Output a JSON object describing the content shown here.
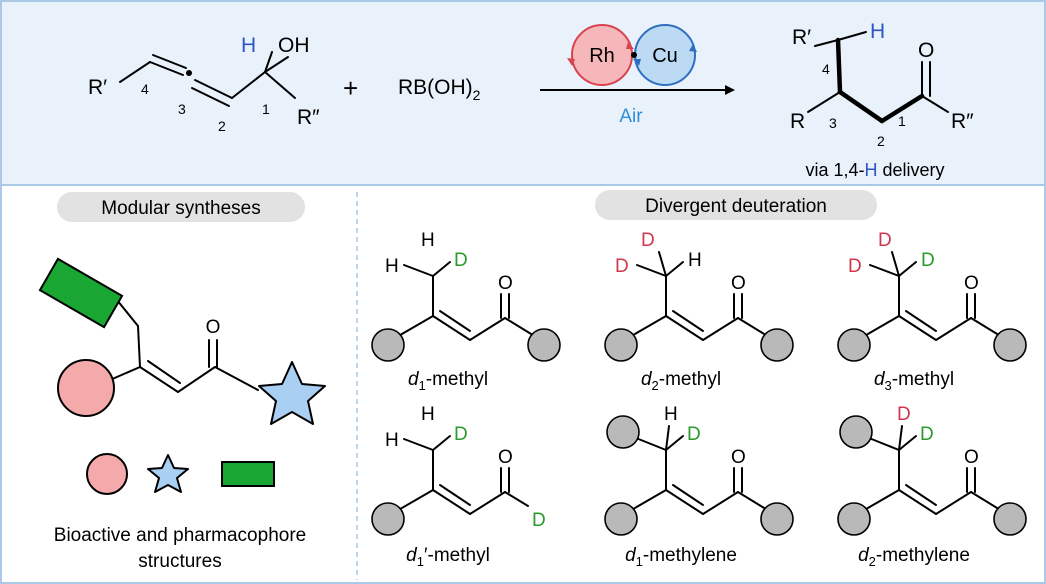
{
  "colors": {
    "panel_bg": "#e9f1fa",
    "frame": "#a9c9e6",
    "pill_bg": "#e2e2e2",
    "hydrogen_blue": "#2f55c5",
    "deuterium_green": "#2a9b2a",
    "deuterium_red": "#d2364c",
    "air_blue": "#2f8fd8",
    "rh_fill": "#f5b7b9",
    "rh_stroke": "#d9434f",
    "cu_fill": "#bcdaf4",
    "cu_stroke": "#2f6fbf",
    "green_rect": "#1aa632",
    "pink_circle": "#f4aaaa",
    "blue_star": "#a9cff3",
    "grey_ball": "#b9b9b9"
  },
  "top_reaction": {
    "allene": {
      "r_prime": "R′",
      "h": "H",
      "oh": "OH",
      "r_double_prime": "R″",
      "pos4": "4",
      "pos3": "3",
      "pos2": "2",
      "pos1": "1"
    },
    "plus": "+",
    "boronic_prefix": "RB(OH)",
    "boronic_sub": "2",
    "catalyst1": "Rh",
    "catalyst2": "Cu",
    "condition": "Air",
    "product": {
      "r_prime": "R′",
      "h": "H",
      "o": "O",
      "r": "R",
      "r_double_prime": "R″",
      "pos4": "4",
      "pos3": "3",
      "pos2": "2",
      "pos1": "1"
    },
    "caption_before": "via 1,4-",
    "caption_h": "H",
    "caption_after": " delivery"
  },
  "left_panel": {
    "pill": "Modular syntheses",
    "o": "O",
    "caption_line1": "Bioactive and pharmacophore",
    "caption_line2": "structures"
  },
  "right_panel": {
    "pill": "Divergent deuteration",
    "h": "H",
    "d": "D",
    "o": "O",
    "molecules": [
      {
        "prefix": "d",
        "sub": "1",
        "suffix": "-methyl"
      },
      {
        "prefix": "d",
        "sub": "2",
        "suffix": "-methyl"
      },
      {
        "prefix": "d",
        "sub": "3",
        "suffix": "-methyl"
      },
      {
        "prefix": "d",
        "sub": "1",
        "suffix": "′-methyl"
      },
      {
        "prefix": "d",
        "sub": "1",
        "suffix": "-methylene"
      },
      {
        "prefix": "d",
        "sub": "2",
        "suffix": "-methylene"
      }
    ]
  }
}
